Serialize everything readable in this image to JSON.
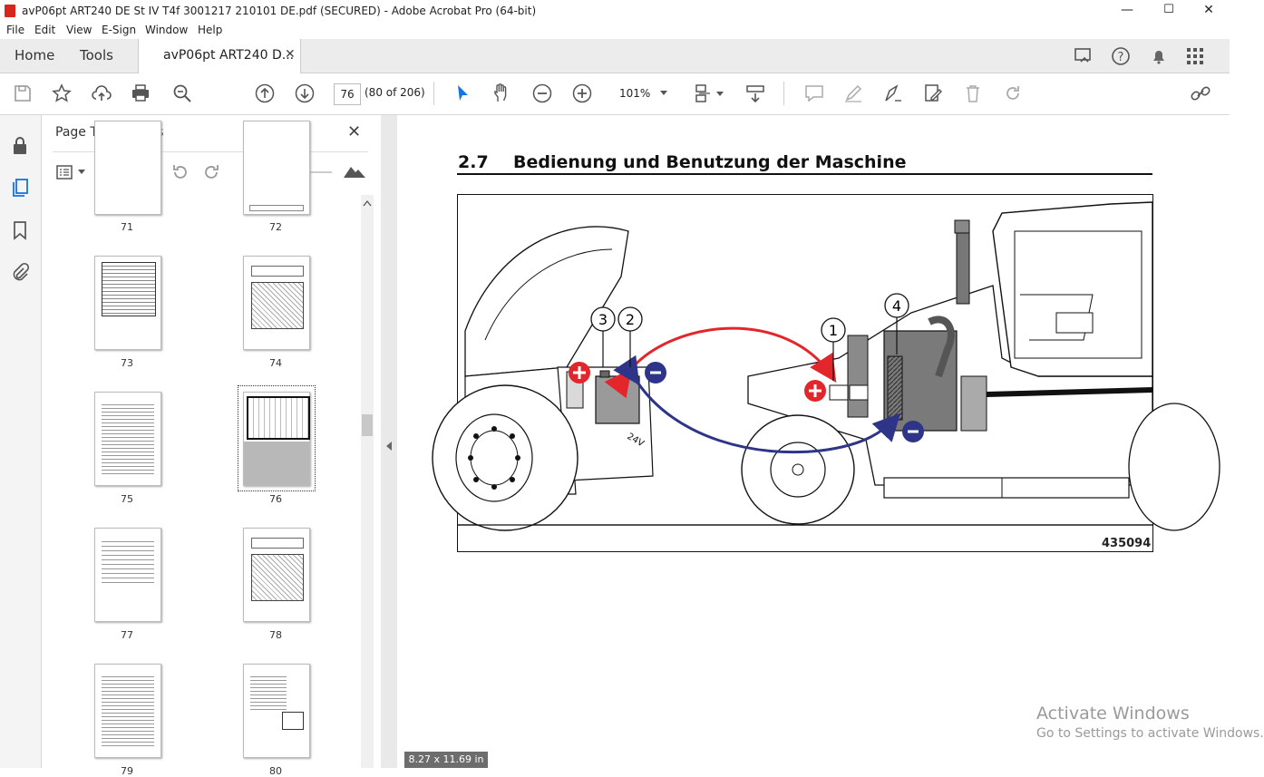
{
  "window": {
    "title": "avP06pt ART240 DE St IV T4f 3001217 210101 DE.pdf (SECURED) - Adobe Acrobat Pro (64-bit)",
    "minimize": "—",
    "maximize": "☐",
    "close": "✕"
  },
  "menu": [
    "File",
    "Edit",
    "View",
    "E-Sign",
    "Window",
    "Help"
  ],
  "tabs": {
    "home": "Home",
    "tools": "Tools",
    "document": "avP06pt ART240 D...",
    "close": "✕"
  },
  "toolbar": {
    "page_number": "76",
    "page_count": "(80 of 206)",
    "zoom": "101%"
  },
  "thumbnails_panel": {
    "title": "Page Thumbnails",
    "close": "✕",
    "pages": [
      {
        "num": "71"
      },
      {
        "num": "72"
      },
      {
        "num": "73"
      },
      {
        "num": "74"
      },
      {
        "num": "75"
      },
      {
        "num": "76"
      },
      {
        "num": "77"
      },
      {
        "num": "78"
      },
      {
        "num": "79"
      },
      {
        "num": "80"
      }
    ]
  },
  "document": {
    "section_number": "2.7",
    "section_title": "Bedienung und Benutzung der Maschine",
    "figure_id": "435094",
    "callouts": [
      "1",
      "2",
      "3",
      "4"
    ],
    "battery_label": "24V"
  },
  "status": {
    "page_size": "8.27 x 11.69 in"
  },
  "watermark": {
    "line1": "Activate Windows",
    "line2": "Go to Settings to activate Windows."
  },
  "colors": {
    "positive": "#e3262c",
    "negative": "#2e3589",
    "accent": "#1473e6"
  }
}
